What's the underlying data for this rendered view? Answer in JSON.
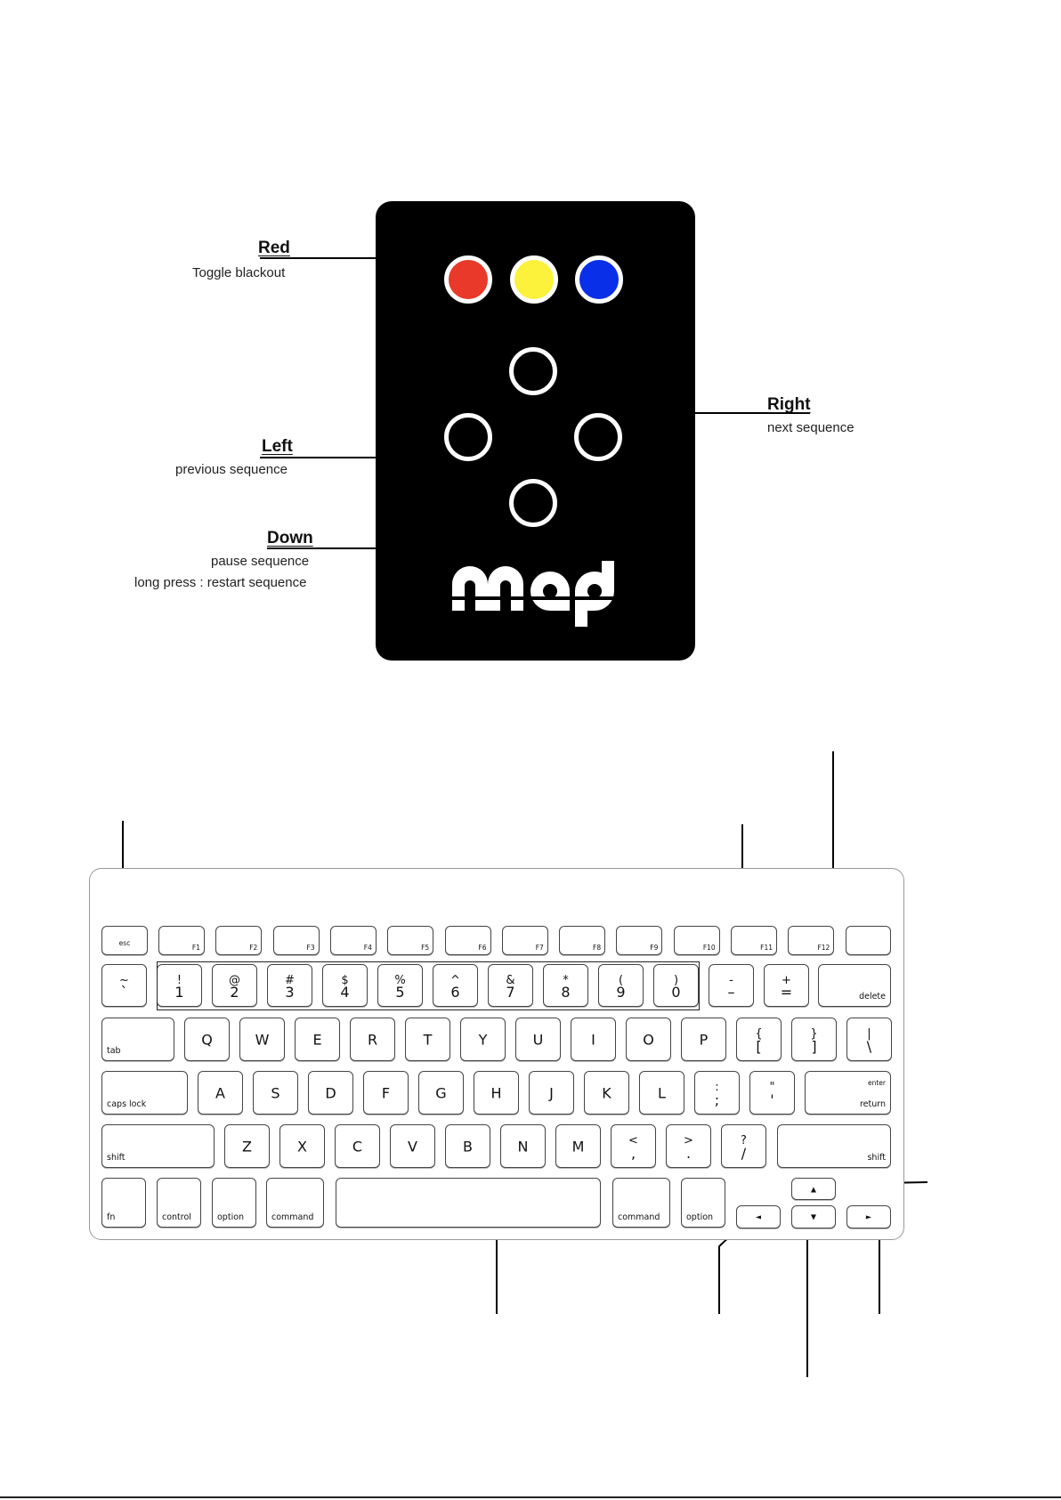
{
  "remote": {
    "buttons": {
      "red": "#e8392a",
      "yellow": "#fcf13b",
      "blue": "#0a2fe8"
    },
    "logo": "map",
    "labels": {
      "red": {
        "title": "Red",
        "desc": "Toggle blackout"
      },
      "left": {
        "title": "Left",
        "desc": "previous sequence"
      },
      "right": {
        "title": "Right",
        "desc": "next sequence"
      },
      "down": {
        "title": "Down",
        "desc1": "pause sequence",
        "desc2": "long press : restart sequence"
      }
    }
  },
  "keyboard": {
    "esc": "esc",
    "fkeys": [
      "F1",
      "F2",
      "F3",
      "F4",
      "F5",
      "F6",
      "F7",
      "F8",
      "F9",
      "F10",
      "F11",
      "F12"
    ],
    "number_row": [
      {
        "top": "~",
        "bot": "`"
      },
      {
        "top": "!",
        "bot": "1"
      },
      {
        "top": "@",
        "bot": "2"
      },
      {
        "top": "#",
        "bot": "3"
      },
      {
        "top": "$",
        "bot": "4"
      },
      {
        "top": "%",
        "bot": "5"
      },
      {
        "top": "^",
        "bot": "6"
      },
      {
        "top": "&",
        "bot": "7"
      },
      {
        "top": "*",
        "bot": "8"
      },
      {
        "top": "(",
        "bot": "9"
      },
      {
        "top": ")",
        "bot": "0"
      },
      {
        "top": "-",
        "bot": "–"
      },
      {
        "top": "+",
        "bot": "="
      }
    ],
    "delete": "delete",
    "tab": "tab",
    "qwerty": [
      "Q",
      "W",
      "E",
      "R",
      "T",
      "Y",
      "U",
      "I",
      "O",
      "P"
    ],
    "qrow_extra": [
      {
        "top": "{",
        "bot": "["
      },
      {
        "top": "}",
        "bot": "]"
      },
      {
        "top": "|",
        "bot": "\\"
      }
    ],
    "caps": "caps lock",
    "asdf": [
      "A",
      "S",
      "D",
      "F",
      "G",
      "H",
      "J",
      "K",
      "L"
    ],
    "arow_extra": [
      {
        "top": ":",
        "bot": ";"
      },
      {
        "top": "\"",
        "bot": "'"
      }
    ],
    "enter": "enter",
    "return": "return",
    "shift": "shift",
    "zxcv": [
      "Z",
      "X",
      "C",
      "V",
      "B",
      "N",
      "M"
    ],
    "zrow_extra": [
      {
        "top": "<",
        "bot": ","
      },
      {
        "top": ">",
        "bot": "."
      },
      {
        "top": "?",
        "bot": "/"
      }
    ],
    "fn": "fn",
    "control": "control",
    "option": "option",
    "command": "command",
    "arrows": {
      "up": "▲",
      "left": "◄",
      "down": "▼",
      "right": "►"
    }
  }
}
